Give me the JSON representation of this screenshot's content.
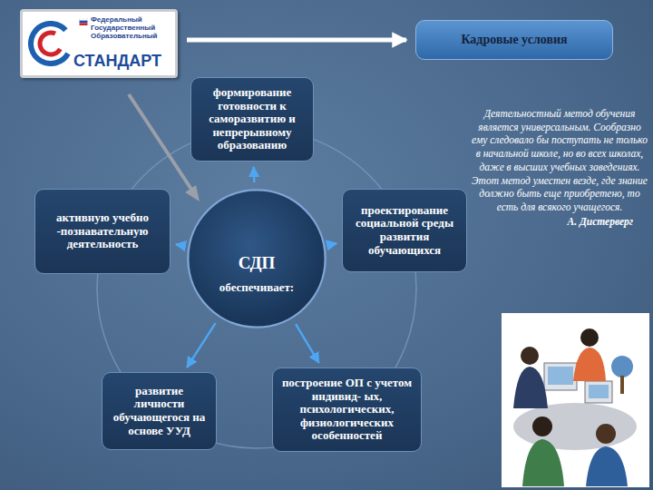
{
  "diagram": {
    "nodes": [
      {
        "text": [
          "Федеральный Государственный Образовательный",
          "СТАНДАРТ"
        ]
      },
      {
        "text": [
          "Кадровые условия"
        ]
      },
      {
        "text": [
          "формирование готовности к саморазвитию и непрерывному образованию"
        ]
      },
      {
        "text": [
          "активную учебно -познавательную деятельность"
        ]
      },
      {
        "text": [
          "проектирование социальной среды развития обучающихся"
        ]
      },
      {
        "text": [
          "СДП",
          "обеспечивает:"
        ]
      },
      {
        "text": [
          "развитие личности обучающегося на основе УУД"
        ]
      },
      {
        "text": [
          "построение ОП с учетом индивид- ых, психологических, физиологических особенностей"
        ]
      }
    ],
    "edges": [
      {
        "from": 0,
        "to": 1,
        "arrow": "to"
      },
      {
        "from": 5,
        "to": 2,
        "arrow": "to"
      },
      {
        "from": 5,
        "to": 3,
        "arrow": "to"
      },
      {
        "from": 5,
        "to": 4,
        "arrow": "to"
      },
      {
        "from": 5,
        "to": 6,
        "arrow": "to"
      },
      {
        "from": 5,
        "to": 7,
        "arrow": "to"
      }
    ],
    "labels": [
      "Деятельностный метод обучения является универсальным. Сообразно ему следовало бы поступать не только в начальной школе, но во всех школах, даже в высших учебных заведениях. Этот метод уместен везде, где знание должно быть еще приобретено, то есть для всякого учащегося.",
      "А. Дистерверг"
    ]
  }
}
